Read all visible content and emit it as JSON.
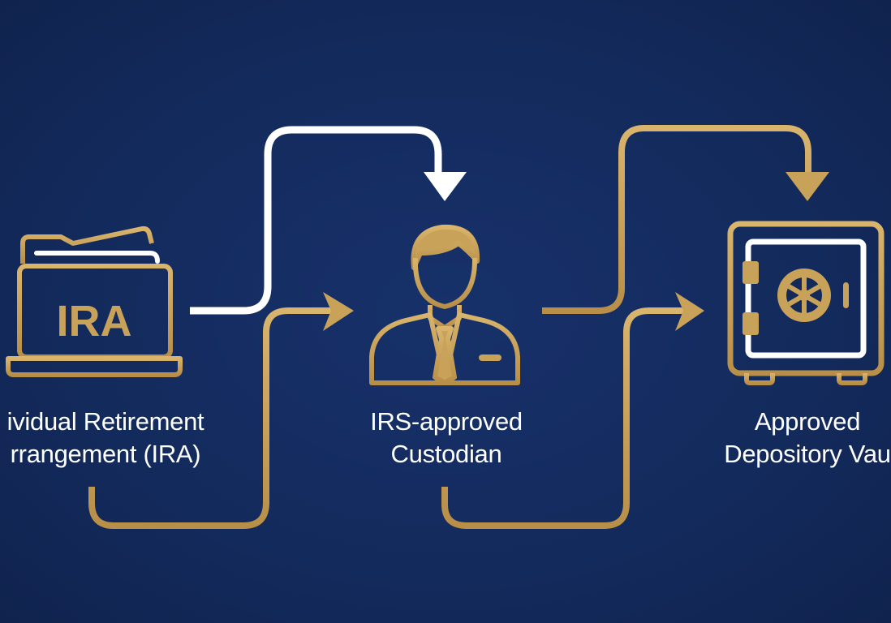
{
  "diagram": {
    "title": "",
    "colors": {
      "background": "#132a5c",
      "gold": "#c9a25a",
      "white": "#ffffff"
    },
    "nodes": [
      {
        "id": "ira",
        "icon": "ira-laptop-folder-icon",
        "icon_text": "IRA",
        "label_line1": "ividual Retirement",
        "label_line2": "rrangement (IRA)"
      },
      {
        "id": "custodian",
        "icon": "businessman-icon",
        "label_line1": "IRS-approved",
        "label_line2": "Custodian"
      },
      {
        "id": "vault",
        "icon": "safe-vault-icon",
        "label_line1": "Approved",
        "label_line2": "Depository Vau"
      }
    ],
    "edges": [
      {
        "from": "ira",
        "to": "custodian",
        "color": "white",
        "route": "over-top"
      },
      {
        "from": "ira",
        "to": "custodian",
        "color": "gold",
        "route": "under-bottom"
      },
      {
        "from": "custodian",
        "to": "vault",
        "color": "gold",
        "route": "over-top"
      },
      {
        "from": "custodian",
        "to": "vault",
        "color": "gold",
        "route": "under-bottom"
      }
    ]
  }
}
